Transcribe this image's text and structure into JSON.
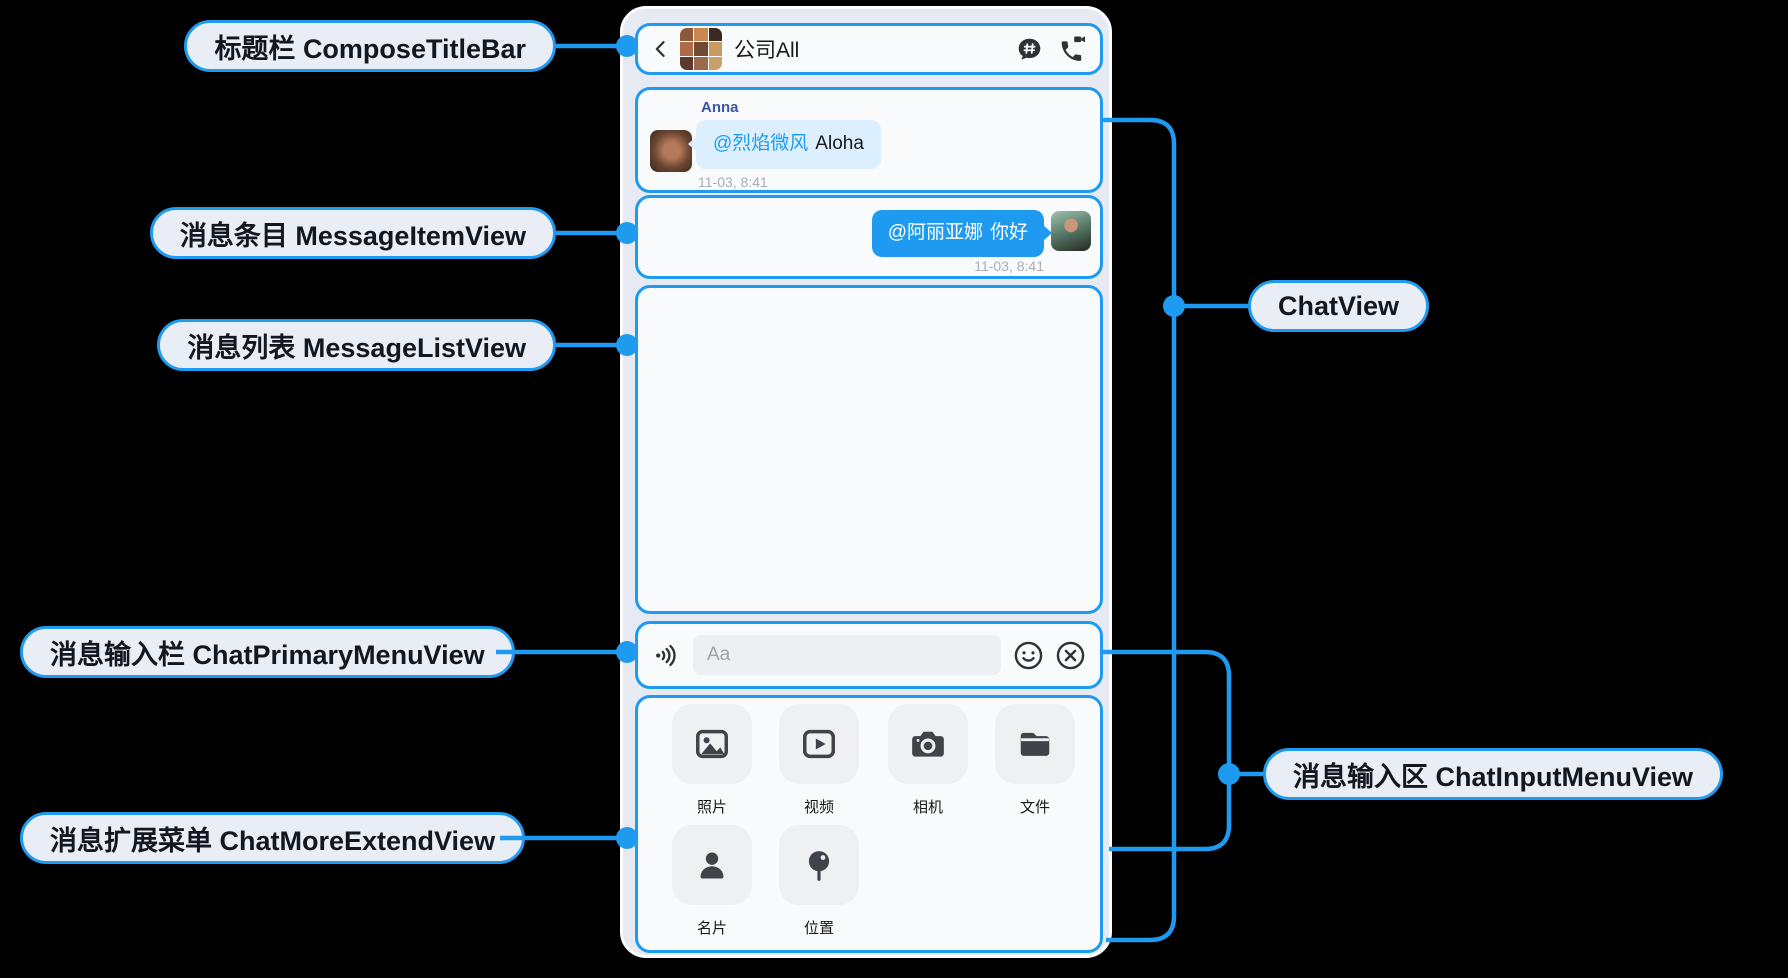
{
  "colors": {
    "accent": "#1E9BF0",
    "panel_bg": "#F9FAFB",
    "phone_bg": "#E7EAF3",
    "label_pill_bg": "#E9EDF6",
    "label_text": "#14171F",
    "incoming_bubble": "#DCEFFE",
    "outgoing_bubble": "#1E9BF0",
    "mention": "#1E9BF0",
    "sender_name": "#3A55A3",
    "timestamp": "#A9ADB6",
    "icon_dark": "#34373D",
    "field_bg": "#EEEFF2",
    "placeholder": "#9CA1AA",
    "tile_bg": "#EFF0F2"
  },
  "labels": {
    "left": [
      {
        "text": "标题栏 ComposeTitleBar"
      },
      {
        "text": "消息条目 MessageItemView"
      },
      {
        "text": "消息列表 MessageListView"
      },
      {
        "text": "消息输入栏 ChatPrimaryMenuView"
      },
      {
        "text": "消息扩展菜单 ChatMoreExtendView"
      }
    ],
    "right": [
      {
        "text": "ChatView"
      },
      {
        "text": "消息输入区 ChatInputMenuView"
      }
    ]
  },
  "chat": {
    "title_bar": {
      "title": "公司All"
    },
    "messages": [
      {
        "direction": "incoming",
        "sender": "Anna",
        "mention": "@烈焰微风",
        "text": "Aloha",
        "timestamp": "11-03, 8:41"
      },
      {
        "direction": "outgoing",
        "mention": "@阿丽亚娜",
        "text": "你好",
        "timestamp": "11-03, 8:41"
      }
    ],
    "input_bar": {
      "placeholder": "Aa"
    },
    "extend_menu": {
      "items": [
        {
          "label": "照片",
          "icon": "photo-icon"
        },
        {
          "label": "视频",
          "icon": "video-icon"
        },
        {
          "label": "相机",
          "icon": "camera-icon"
        },
        {
          "label": "文件",
          "icon": "file-icon"
        },
        {
          "label": "名片",
          "icon": "contact-card-icon"
        },
        {
          "label": "位置",
          "icon": "location-icon"
        }
      ]
    }
  }
}
